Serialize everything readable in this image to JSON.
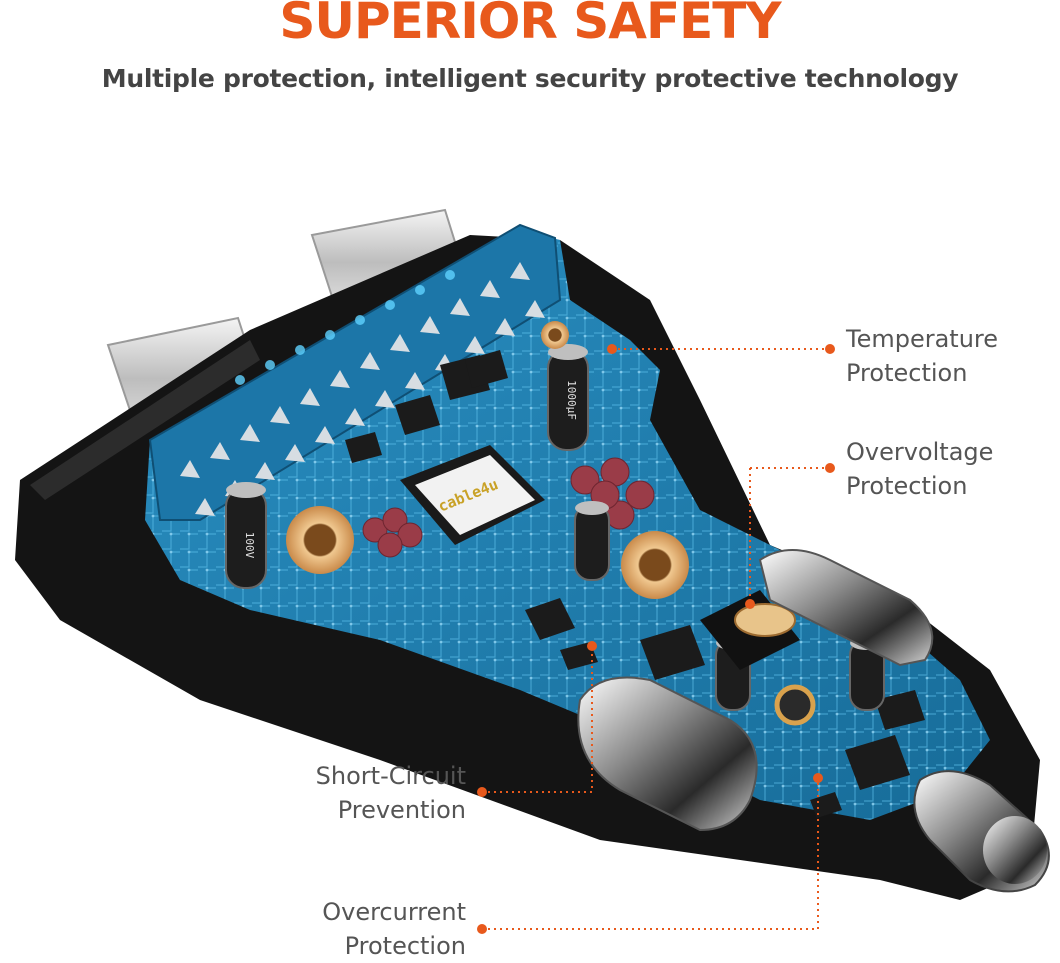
{
  "header": {
    "title": "SUPERIOR SAFETY",
    "subtitle": "Multiple protection, intelligent security protective technology"
  },
  "product": {
    "chip_brand": "cable4u",
    "capacitor_marking_1": "100V",
    "capacitor_marking_2": "1000μF"
  },
  "callouts": [
    {
      "line1": "Temperature",
      "line2": "Protection"
    },
    {
      "line1": "Overvoltage",
      "line2": "Protection"
    },
    {
      "line1": "Short-Circuit",
      "line2": "Prevention"
    },
    {
      "line1": "Overcurrent",
      "line2": "Protection"
    }
  ],
  "colors": {
    "accent": "#e8591c",
    "board": "#1f7fb0",
    "shell": "#141414"
  }
}
